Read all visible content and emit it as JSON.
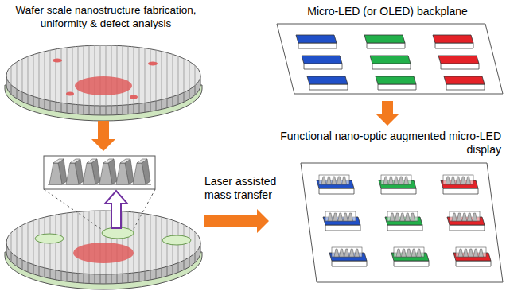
{
  "diagram": {
    "nodes": [
      {
        "text": [
          "Wafer scale nanostructure fabrication, uniformity & defect analysis"
        ]
      },
      {
        "text": [
          "Micro-LED (or OLED) backplane"
        ]
      },
      {
        "text": [
          "Laser assisted mass transfer"
        ]
      },
      {
        "text": [
          "Functional nano-optic augmented micro-LED display"
        ]
      }
    ],
    "edges": [
      {
        "from": 0,
        "to": 2,
        "arrow": "to"
      },
      {
        "from": 1,
        "to": 3,
        "arrow": "to"
      },
      {
        "from": 2,
        "to": 3,
        "arrow": "to"
      }
    ]
  }
}
